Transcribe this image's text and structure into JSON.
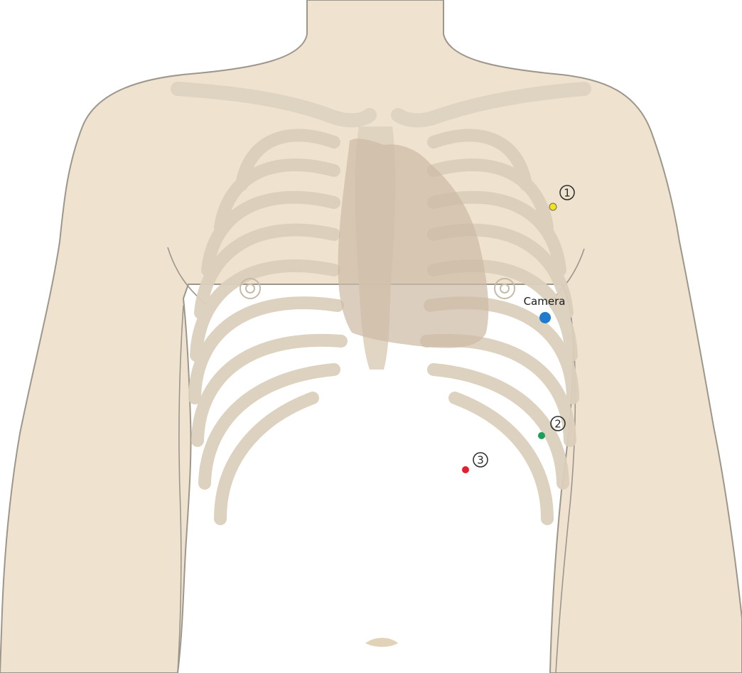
{
  "colors": {
    "background": "#ffffff",
    "skin": "#efe3cf",
    "skin_outline": "#9c968c",
    "ribs": "#d9cdb9",
    "heart": "#cdbba6",
    "port_1": "#f1e21a",
    "port_2": "#19a05a",
    "port_3": "#e0212f",
    "camera": "#1d7ccf"
  },
  "markers": {
    "port_1": {
      "number": "1"
    },
    "port_2": {
      "number": "2"
    },
    "port_3": {
      "number": "3"
    },
    "camera": {
      "label": "Camera"
    }
  }
}
